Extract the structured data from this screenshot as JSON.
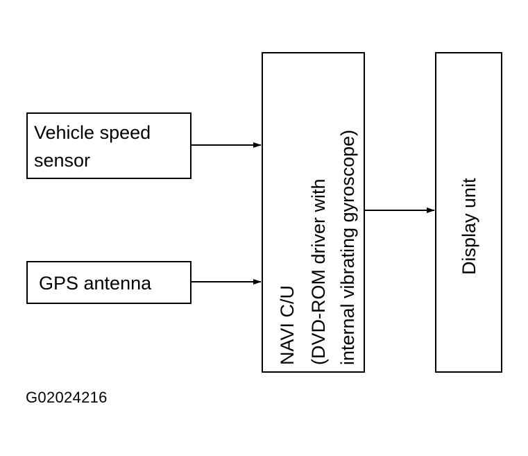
{
  "blocks": {
    "vehicle_speed_sensor": {
      "line1": "Vehicle speed",
      "line2": "sensor"
    },
    "gps_antenna": {
      "label": "GPS antenna"
    },
    "navi_cu": {
      "line1": "NAVI C/U",
      "line2": "(DVD-ROM driver with",
      "line3": "internal vibrating gyroscope)"
    },
    "display_unit": {
      "label": "Display unit"
    }
  },
  "connections": [
    {
      "from": "Vehicle speed sensor",
      "to": "NAVI C/U"
    },
    {
      "from": "GPS antenna",
      "to": "NAVI C/U"
    },
    {
      "from": "NAVI C/U",
      "to": "Display unit"
    }
  ],
  "figure_id": "G02024216"
}
